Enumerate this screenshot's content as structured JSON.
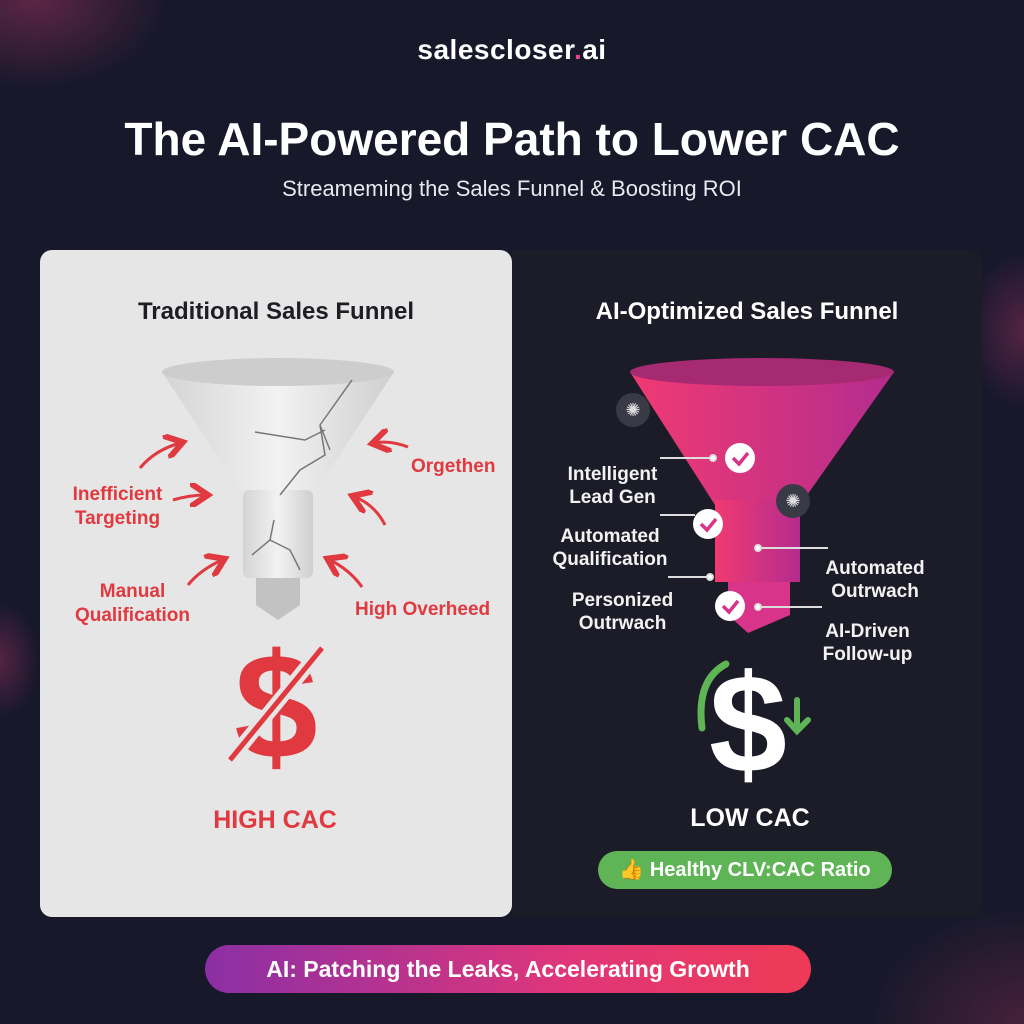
{
  "header": {
    "logo_name": "salescloser",
    "logo_dot": ".",
    "logo_tld": "ai",
    "title": "The AI-Powered Path to Lower CAC",
    "subtitle": "Streameming the Sales Funnel & Boosting ROI"
  },
  "traditional": {
    "title": "Traditional Sales Funnel",
    "labels": [
      "Inefficient\nTargeting",
      "Orgethen",
      "Manual\nQualification",
      "High Overheed"
    ],
    "cost_label": "HIGH CAC",
    "icon": "dollar-crossed-icon"
  },
  "ai": {
    "title": "AI-Optimized Sales Funnel",
    "labels": [
      "Intelligent\nLead Gen",
      "Automated\nQualification",
      "Personized\nOutrwach",
      "Automated\nOutrwach",
      "AI-Driven\nFollow-up"
    ],
    "cost_label": "LOW CAC",
    "badge": "Healthy CLV:CAC Ratio",
    "icon": "dollar-down-icon"
  },
  "footer": {
    "tagline": "AI: Patching the Leaks, Accelerating Growth"
  },
  "colors": {
    "background": "#17182a",
    "red": "#e0393f",
    "pink": "#e8367a",
    "green": "#5fb456"
  }
}
